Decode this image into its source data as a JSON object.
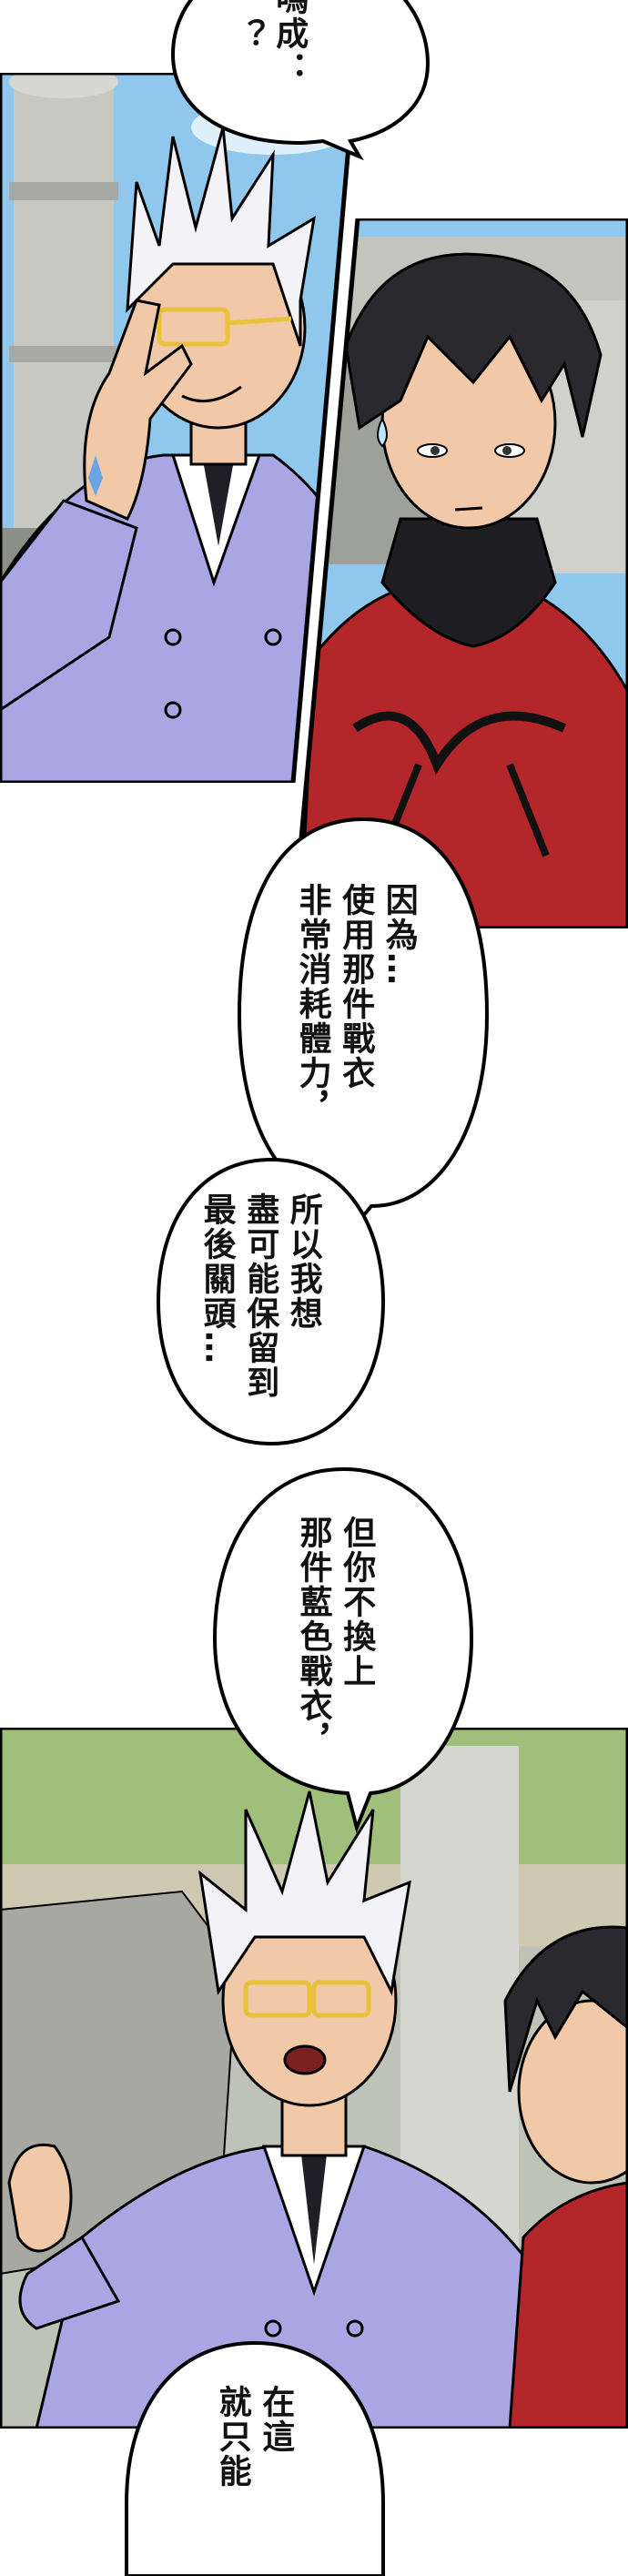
{
  "bubbles": {
    "top": {
      "lines": [
        "嗎成：",
        "？"
      ]
    },
    "b1": {
      "lines": [
        "因為…",
        "使用那件戰衣",
        "非常消耗體力，"
      ]
    },
    "b2": {
      "lines": [
        "所以我想",
        "盡可能保留到",
        "最後關頭…"
      ]
    },
    "b3": {
      "lines": [
        "但你不換上",
        "那件藍色戰衣，"
      ]
    },
    "b4": {
      "lines": [
        "在這",
        "就只能"
      ]
    }
  },
  "colors": {
    "border": "#000000",
    "sky": "#8fc8ec",
    "suit": "#a9a6e3",
    "hair_white": "#f2f2f7",
    "hair_dark": "#2a2a2e",
    "red_suit": "#b3262a",
    "skin": "#f2c9a8",
    "stone": "#b9b9b4",
    "foliage": "#9fbf7a"
  }
}
